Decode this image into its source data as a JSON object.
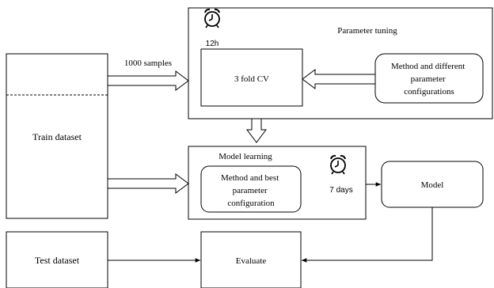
{
  "nodes": {
    "train_dataset": "Train dataset",
    "test_dataset": "Test dataset",
    "parameter_tuning": "Parameter tuning",
    "cv": "3 fold CV",
    "method_configs": [
      "Method and different",
      "parameter",
      "configurations"
    ],
    "model_learning": "Model learning",
    "method_best": [
      "Method and best",
      "parameter",
      "configuration"
    ],
    "model": "Model",
    "evaluate": "Evaluate"
  },
  "labels": {
    "samples": "1000 samples",
    "tuning_time": "12h",
    "learning_time": "7 days"
  },
  "icons": {
    "tuning_clock": "alarm-clock-icon",
    "learning_clock": "alarm-clock-icon"
  }
}
